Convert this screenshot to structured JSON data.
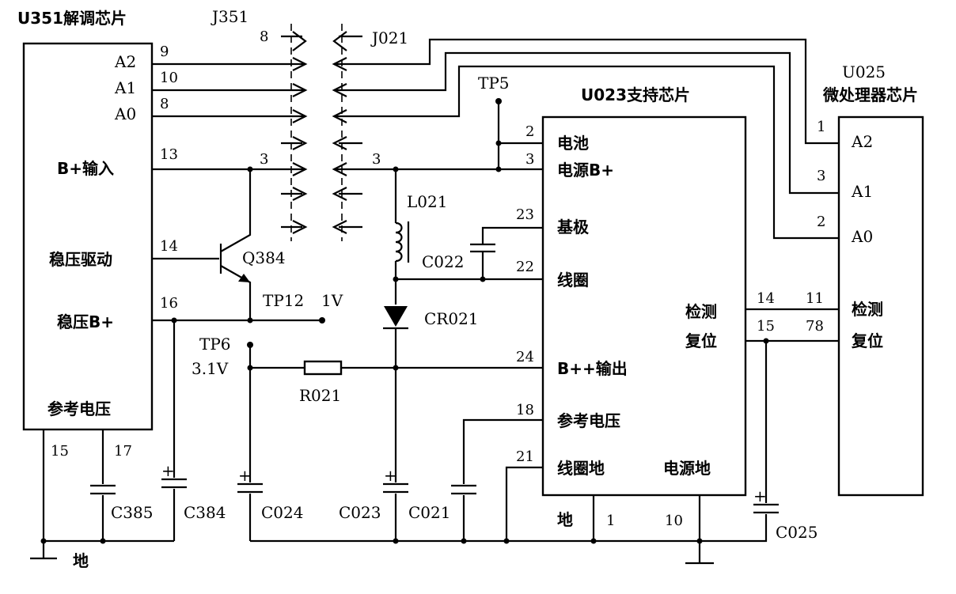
{
  "chips": {
    "u351": {
      "title": "U351解调芯片",
      "labels": [
        "A2",
        "A1",
        "A0",
        "B+输入",
        "稳压驱动",
        "稳压B+",
        "参考电压"
      ],
      "pins": [
        "9",
        "10",
        "8",
        "13",
        "14",
        "16",
        "15",
        "17"
      ]
    },
    "u023": {
      "title": "U023支持芯片",
      "labels": [
        "电池",
        "电源B+",
        "基极",
        "线圈",
        "检测",
        "复位",
        "B++输出",
        "参考电压",
        "线圈地",
        "电源地",
        "地"
      ],
      "pins": [
        "2",
        "3",
        "23",
        "22",
        "24",
        "18",
        "21",
        "14",
        "15",
        "1",
        "10"
      ]
    },
    "u025": {
      "title_line1": "U025",
      "title_line2": "微处理器芯片",
      "labels": [
        "A2",
        "A1",
        "A0",
        "检测",
        "复位"
      ],
      "pins": [
        "1",
        "3",
        "2",
        "11",
        "78"
      ]
    }
  },
  "connectors": {
    "j351": "J351",
    "j021": "J021",
    "pins": [
      "8",
      "3",
      "3"
    ]
  },
  "components": {
    "q384": "Q384",
    "l021": "L021",
    "c022": "C022",
    "cr021": "CR021",
    "r021": "R021",
    "c385": "C385",
    "c384": "C384",
    "c024": "C024",
    "c023": "C023",
    "c021": "C021",
    "c025": "C025"
  },
  "test_points": {
    "tp5": "TP5",
    "tp6": "TP6",
    "tp6_voltage": "3.1V",
    "tp12": "TP12",
    "tp12_voltage": "1V"
  },
  "ground_label": "地"
}
